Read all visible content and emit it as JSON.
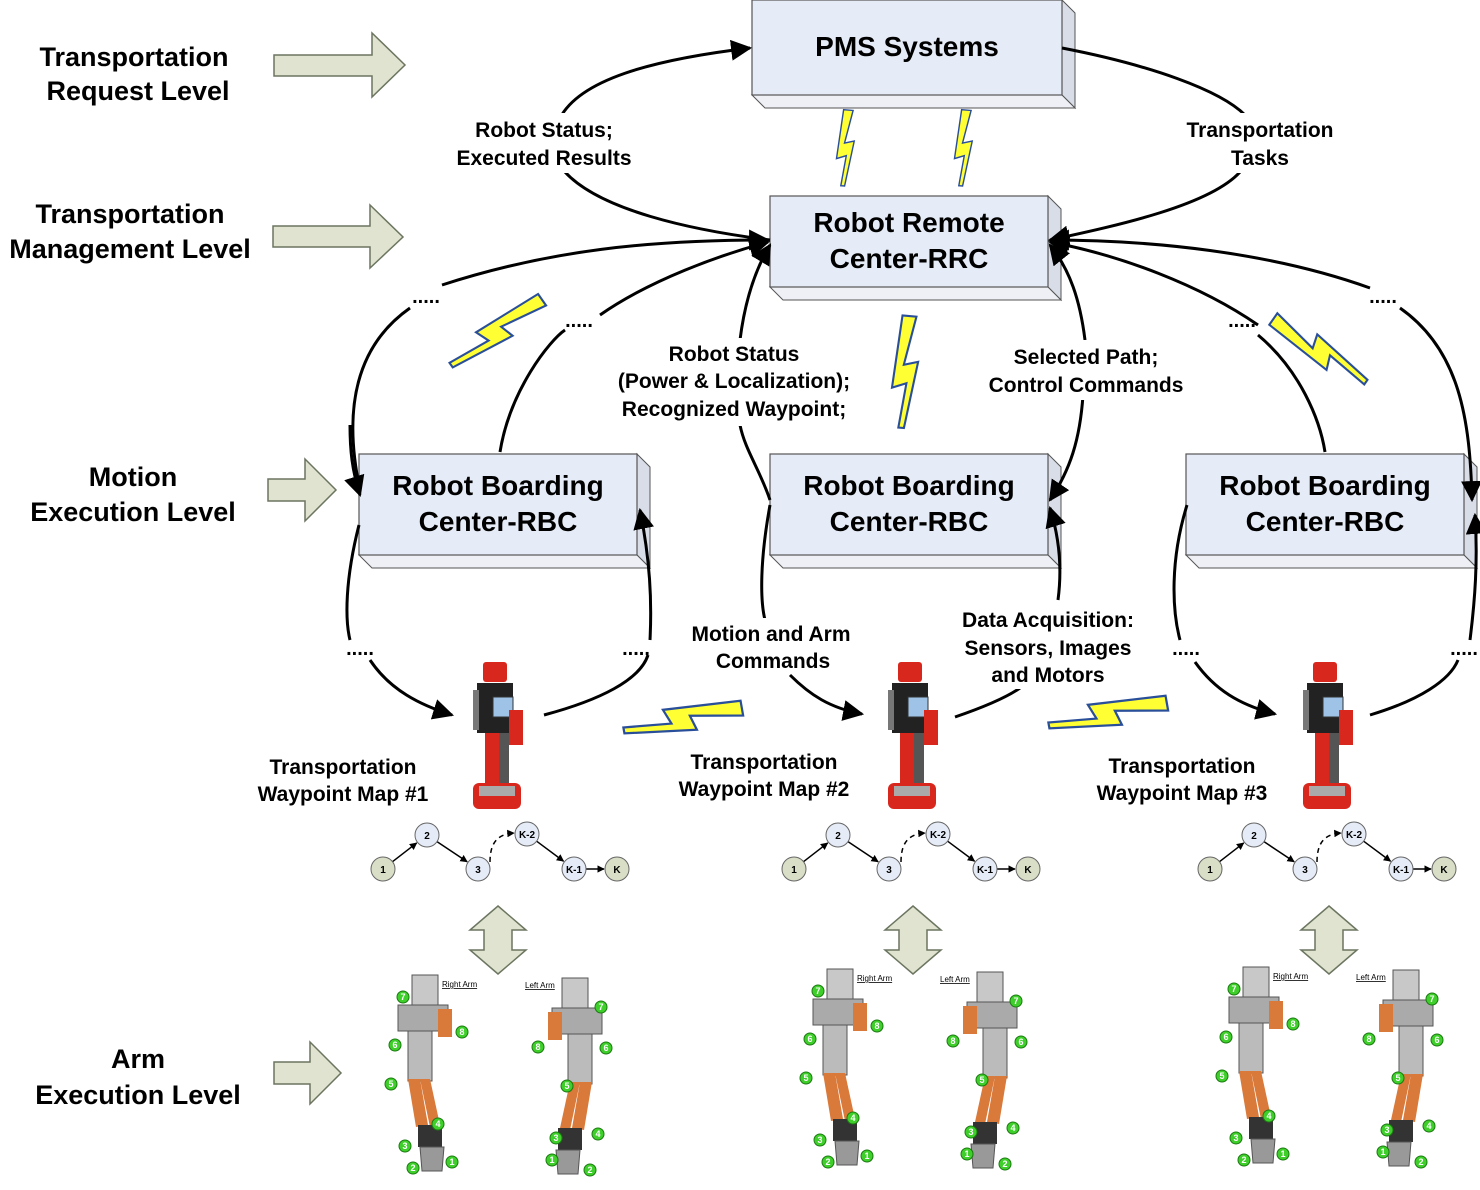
{
  "levels": [
    {
      "lines": [
        "Transportation",
        "Request Level"
      ]
    },
    {
      "lines": [
        "Transportation",
        "Management Level"
      ]
    },
    {
      "lines": [
        "Motion",
        "Execution Level"
      ]
    },
    {
      "lines": [
        "Arm",
        "Execution Level"
      ]
    }
  ],
  "boxes": {
    "pms": "PMS Systems",
    "rrc": [
      "Robot Remote",
      "Center-RRC"
    ],
    "rbc": [
      "Robot Boarding",
      "Center-RBC"
    ]
  },
  "labels": {
    "robot_status_results": [
      "Robot Status;",
      "Executed Results"
    ],
    "transportation_tasks": [
      "Transportation",
      "Tasks"
    ],
    "robot_status_power": [
      "Robot Status",
      "(Power & Localization);",
      "Recognized Waypoint;"
    ],
    "selected_path": [
      "Selected Path;",
      "Control Commands"
    ],
    "motion_arm": [
      "Motion and Arm",
      "Commands"
    ],
    "data_acq": [
      "Data Acquisition:",
      "Sensors, Images",
      "and Motors"
    ],
    "dots": "....."
  },
  "maps": [
    [
      "Transportation",
      "Waypoint Map #1"
    ],
    [
      "Transportation",
      "Waypoint Map #2"
    ],
    [
      "Transportation",
      "Waypoint Map #3"
    ]
  ],
  "waypoints": [
    "1",
    "2",
    "3",
    "K-2",
    "K-1",
    "K"
  ],
  "arms": {
    "right": "Right Arm",
    "left": "Left Arm",
    "joints": [
      "1",
      "2",
      "3",
      "4",
      "5",
      "6",
      "7",
      "8"
    ]
  },
  "colors": {
    "box_fill": "#e6ecf7",
    "block_arrow": "#dfe3cf",
    "bolt": "#ffff33",
    "bolt_edge": "#2a4f9a",
    "robot_red": "#d8281e",
    "arm_orange": "#d9793a",
    "joint_green": "#3fcf2b"
  }
}
